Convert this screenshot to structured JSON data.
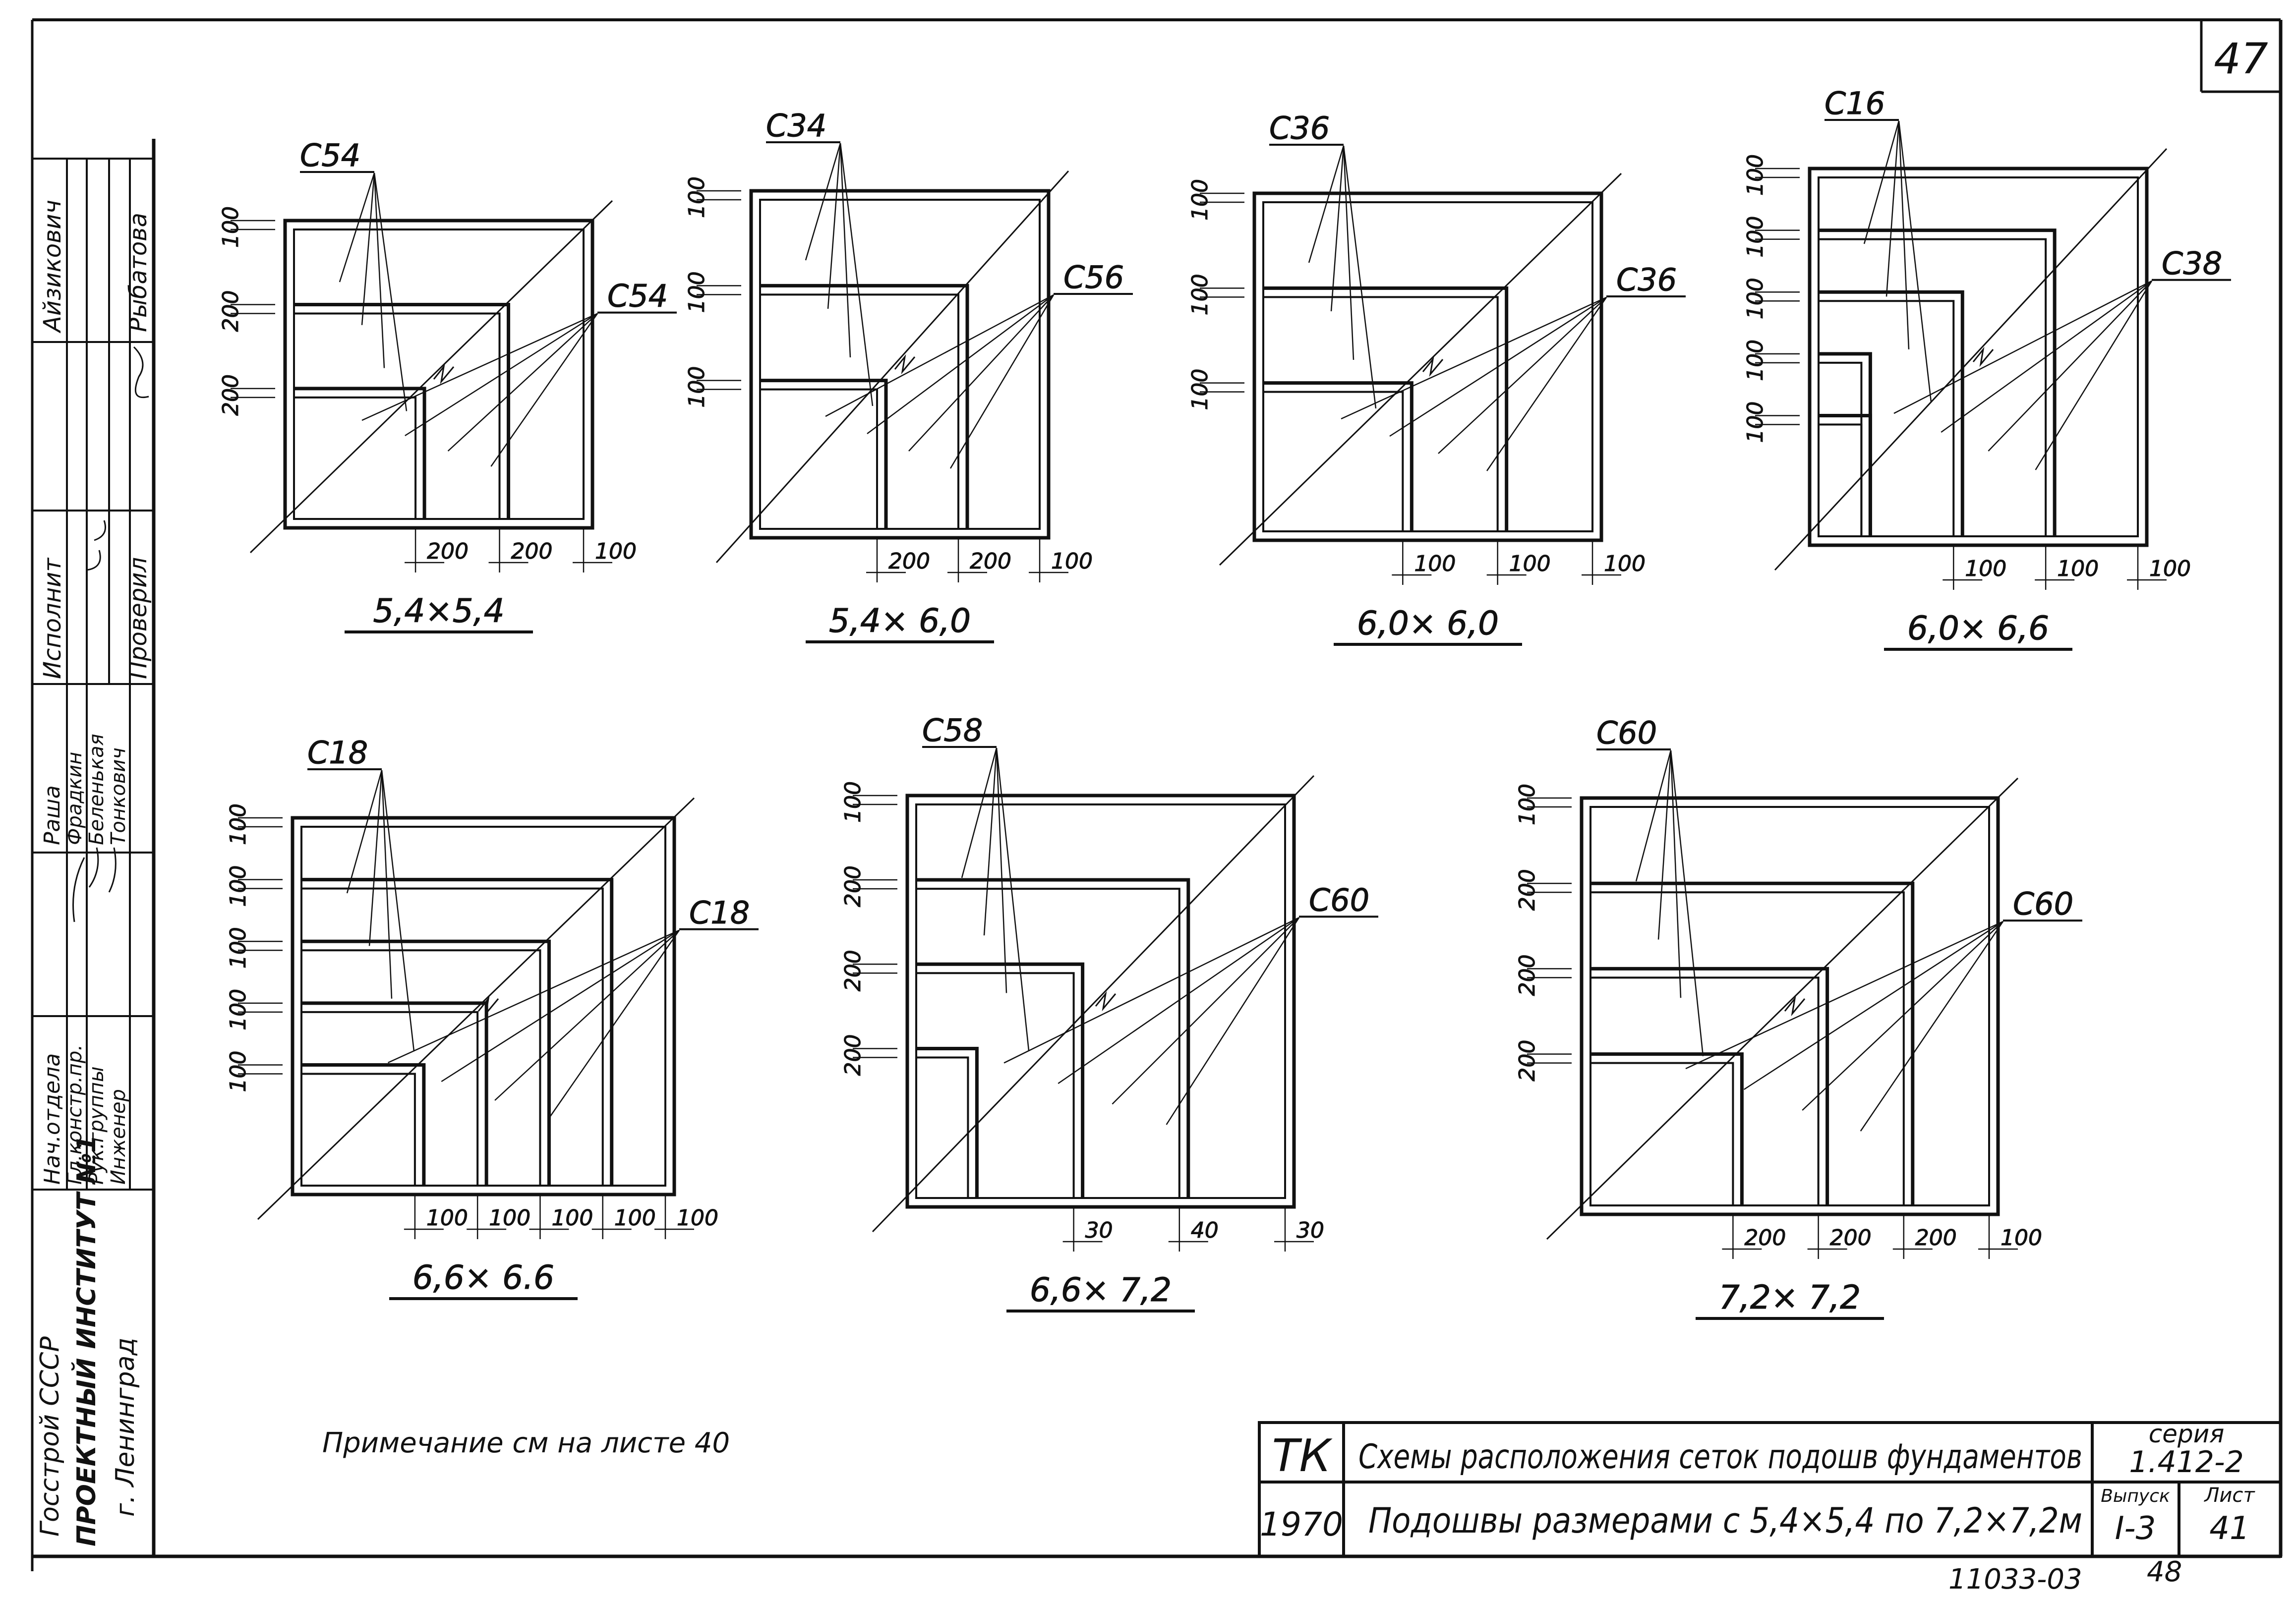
{
  "page_number": "47",
  "note": "Примечание см на листе 40",
  "bottom_code": "11033-03",
  "bottom_page": "48",
  "left_block": {
    "org_lines": [
      "Госстрой СССР",
      "ПРОЕКТНЫЙ ИНСТИТУТ №1",
      "г. Ленинград"
    ],
    "roles": [
      "Нач.отдела",
      "Гл.констр.пр.",
      "Рук.группы",
      "Инженер"
    ],
    "names": [
      "Раша",
      "Фрадкин",
      "Беленькая",
      "Тонкович"
    ],
    "exec_label": "Исполнит",
    "exec_name": "Айзикович",
    "check_label": "Проверил",
    "check_name": "Рыбатова"
  },
  "title_block": {
    "tk": "ТК",
    "year": "1970",
    "title1": "Схемы расположения сеток подошв фундаментов",
    "title2": "Подошвы размерами с 5,4×5,4 по 7,2×7,2м",
    "series_label": "серия",
    "series": "1.412-2",
    "issue_label": "Выпуск",
    "issue": "I-3",
    "sheet_label": "Лист",
    "sheet": "41"
  },
  "panels": [
    {
      "caption": "5,4×5,4",
      "inner_label": "С54",
      "outer_label": "С54",
      "left_dims": [
        "100",
        "200",
        "200"
      ],
      "bottom_dims": [
        "200",
        "200",
        "100"
      ]
    },
    {
      "caption": "5,4× 6,0",
      "inner_label": "С34",
      "outer_label": "С56",
      "left_dims": [
        "100",
        "100",
        "100"
      ],
      "bottom_dims": [
        "200",
        "200",
        "100"
      ]
    },
    {
      "caption": "6,0× 6,0",
      "inner_label": "С36",
      "outer_label": "С36",
      "left_dims": [
        "100",
        "100",
        "100"
      ],
      "bottom_dims": [
        "100",
        "100",
        "100"
      ]
    },
    {
      "caption": "6,0× 6,6",
      "inner_label": "С16",
      "outer_label": "С38",
      "left_dims": [
        "100",
        "100",
        "100",
        "100",
        "100"
      ],
      "bottom_dims": [
        "100",
        "100",
        "100"
      ]
    },
    {
      "caption": "6,6× 6.6",
      "inner_label": "С18",
      "outer_label": "С18",
      "left_dims": [
        "100",
        "100",
        "100",
        "100",
        "100"
      ],
      "bottom_dims": [
        "100",
        "100",
        "100",
        "100",
        "100"
      ]
    },
    {
      "caption": "6,6× 7,2",
      "inner_label": "С58",
      "outer_label": "С60",
      "left_dims": [
        "100",
        "200",
        "200",
        "200"
      ],
      "bottom_dims": [
        "30",
        "40",
        "30"
      ]
    },
    {
      "caption": "7,2× 7,2",
      "inner_label": "С60",
      "outer_label": "С60",
      "left_dims": [
        "100",
        "200",
        "200",
        "200"
      ],
      "bottom_dims": [
        "200",
        "200",
        "200",
        "100"
      ]
    }
  ]
}
